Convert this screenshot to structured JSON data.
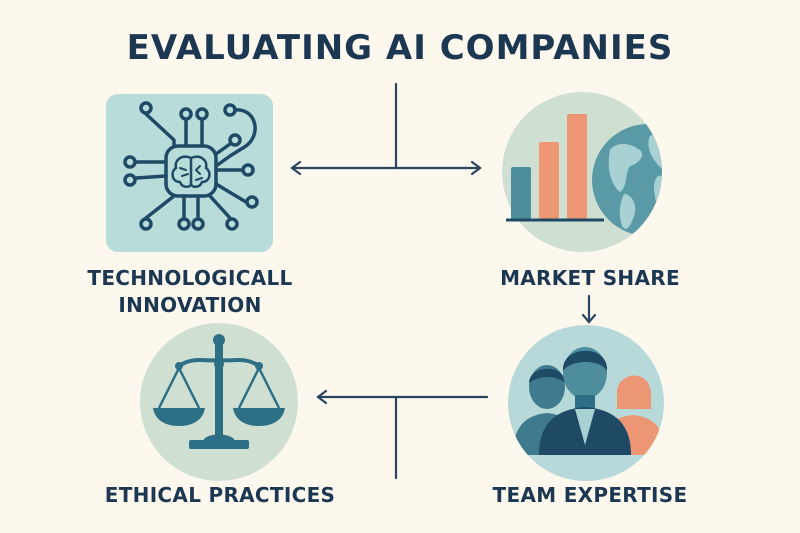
{
  "title": "EVALUATING AI COMPANIES",
  "nodes": [
    {
      "id": "tech",
      "label_line1": "TECHNOLOGICALL",
      "label_line2": "INNOVATION",
      "icon": "circuit-brain-icon"
    },
    {
      "id": "market",
      "label": "MARKET SHARE",
      "icon": "bar-chart-globe-icon"
    },
    {
      "id": "team",
      "label": "TEAM EXPERTISE",
      "icon": "people-group-icon"
    },
    {
      "id": "ethics",
      "label": "ETHICAL PRACTICES",
      "icon": "scales-of-justice-icon"
    }
  ],
  "colors": {
    "background": "#fdf8ee",
    "text": "#1c3752",
    "teal_dark": "#2d6f84",
    "teal_mid": "#4e8e9c",
    "navy": "#1e4a66",
    "coral": "#ec9674",
    "circle_green": "#cfe0d3",
    "circle_blue": "#b8d9da",
    "tile": "#b7dcd9"
  }
}
